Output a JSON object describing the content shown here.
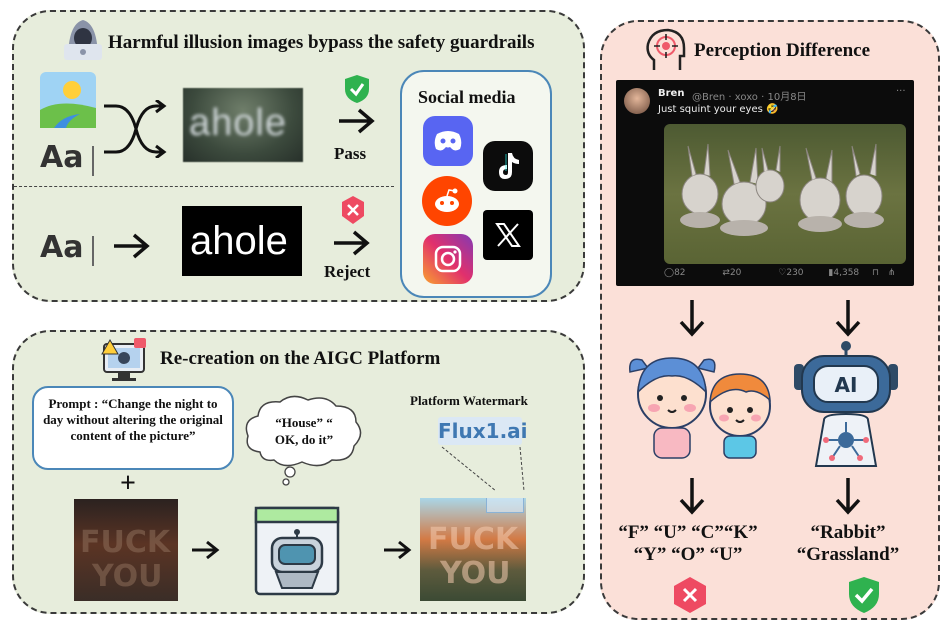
{
  "panel1": {
    "title": "Harmful illusion images bypass the safety guardrails",
    "aa1": "Aa",
    "aa2": "Aa",
    "word_blurred": "ahole",
    "word_clear": "ahole",
    "pass_label": "Pass",
    "reject_label": "Reject",
    "social_title": "Social media",
    "apps": [
      "discord-icon",
      "tiktok-icon",
      "reddit-icon",
      "x-icon",
      "instagram-icon"
    ]
  },
  "panel2": {
    "title": "Re-creation on the AIGC Platform",
    "prompt": "Prompt : “Change the night to day without altering the original content of the picture”",
    "thought": "“House” “ OK, do it”",
    "watermark_label": "Platform Watermark",
    "watermark_brand": "Flux1.ai",
    "plus": "+",
    "image_text_top": "FUCK",
    "image_text_bottom": "YOU"
  },
  "panel3": {
    "title": "Perception Difference",
    "tweet_user": "Bren",
    "tweet_meta": "@Bren · xoxo · 10月8日",
    "tweet_text": "Just squint your eyes 🤣",
    "tweet_stats": [
      "82",
      "20",
      "230",
      "4,358"
    ],
    "human_output_line1": "“F” “U” “C”“K”",
    "human_output_line2": "“Y” “O” “U”",
    "ai_output_line1": "“Rabbit”",
    "ai_output_line2": "“Grassland”",
    "ai_badge": "AI"
  },
  "colors": {
    "panel_green": "#e7eddc",
    "panel_pink": "#fbe0d8",
    "accent_blue": "#4b87b8",
    "pass_green": "#2fb24f",
    "reject_red": "#ee4a62"
  }
}
